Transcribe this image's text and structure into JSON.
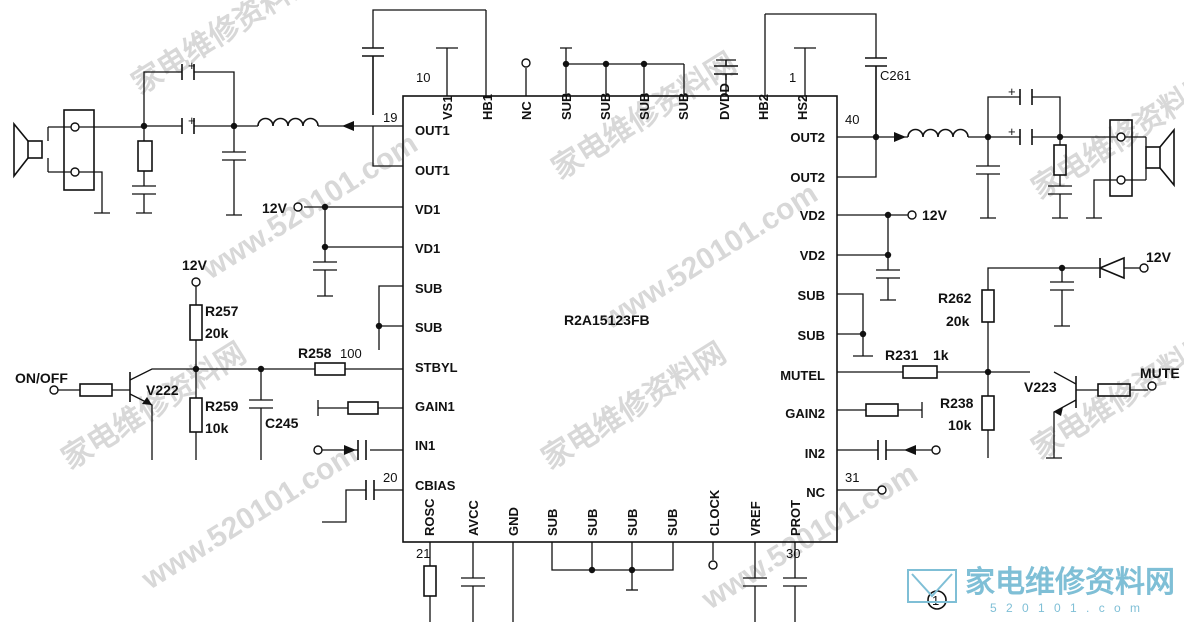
{
  "chip": {
    "name": "R2A15123FB",
    "left_pins": [
      "OUT1",
      "OUT1",
      "VD1",
      "VD1",
      "SUB",
      "SUB",
      "STBYL",
      "GAIN1",
      "IN1",
      "CBIAS"
    ],
    "right_pins": [
      "OUT2",
      "OUT2",
      "VD2",
      "VD2",
      "SUB",
      "SUB",
      "MUTEL",
      "GAIN2",
      "IN2",
      "NC"
    ],
    "top_pins": [
      "VS1",
      "HB1",
      "NC",
      "SUB",
      "SUB",
      "SUB",
      "SUB",
      "DVDD",
      "HB2",
      "HS2"
    ],
    "bottom_pins": [
      "ROSC",
      "AVCC",
      "GND",
      "SUB",
      "SUB",
      "SUB",
      "SUB",
      "CLOCK",
      "VREF",
      "PROT"
    ],
    "pin_numbers": {
      "p1": "1",
      "p10": "10",
      "p19": "19",
      "p20": "20",
      "p21": "21",
      "p30": "30",
      "p31": "31",
      "p40": "40"
    }
  },
  "components": {
    "r257": "R257",
    "r257_val": "20k",
    "r259": "R259",
    "r259_val": "10k",
    "r258": "R258",
    "r258_val": "100",
    "c245": "C245",
    "v222": "V222",
    "r262": "R262",
    "r262_val": "20k",
    "r231": "R231",
    "r231_val": "1k",
    "r238": "R238",
    "r238_val": "10k",
    "v223": "V223",
    "c261": "C261"
  },
  "labels": {
    "v12_a": "12V",
    "v12_b": "12V",
    "v12_c": "12V",
    "v12_d": "12V",
    "on_off": "ON/OFF",
    "mute": "MUTE",
    "circle_1": "1"
  },
  "watermark": {
    "site": "www.520101.com",
    "brand": "家电维修资料网",
    "url": "5 2 0 1 0 1 . c o m"
  },
  "colors": {
    "ink": "#111111",
    "watermark": "#d8d8d8",
    "logo": "#7fbfd6"
  }
}
